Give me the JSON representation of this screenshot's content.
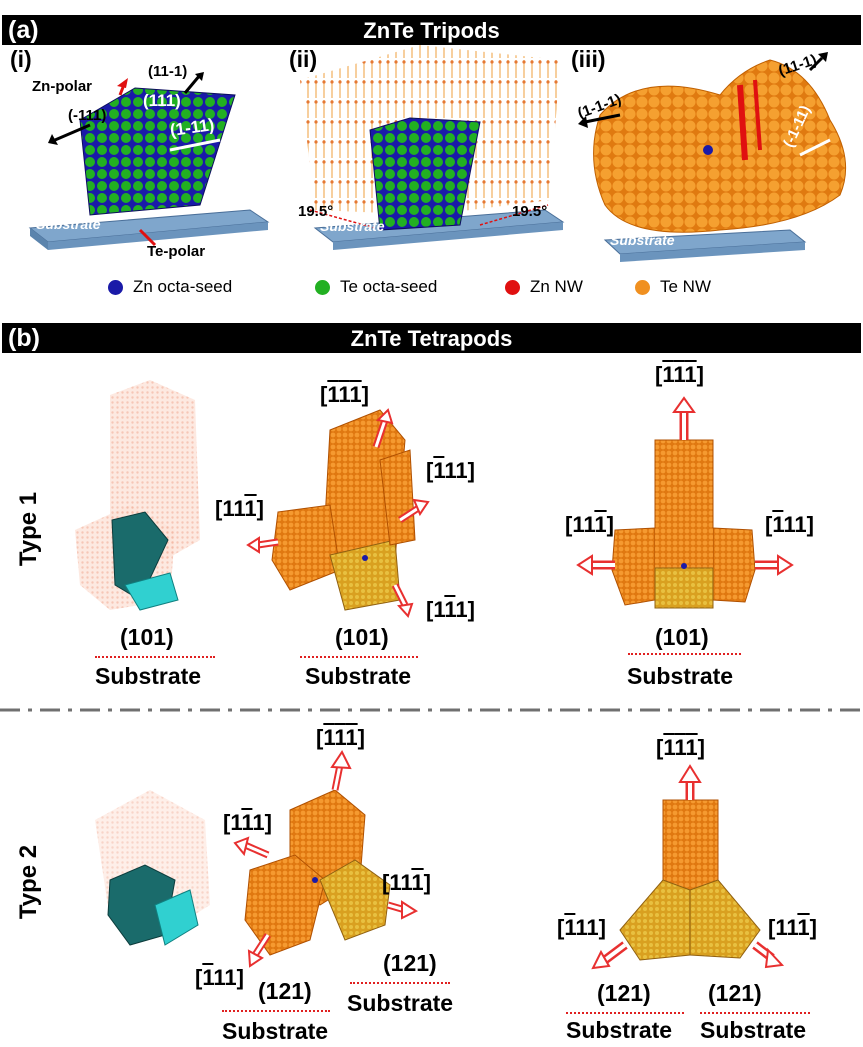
{
  "panel_a": {
    "label": "(a)",
    "title": "ZnTe Tripods",
    "sub_i": "(i)",
    "sub_ii": "(ii)",
    "sub_iii": "(iii)",
    "i_labels": {
      "zn_polar": "Zn-polar",
      "te_polar": "Te-polar",
      "f111": "(111)",
      "f11m1": "(11-1)",
      "fm111": "(-111)",
      "f1m11": "(1-11)",
      "substrate": "Substrate"
    },
    "ii_labels": {
      "angle_left": "19.5°",
      "angle_right": "19.5°",
      "substrate": "Substrate"
    },
    "iii_labels": {
      "f11m1": "(11-1)",
      "f1m1m1": "(1-1-1)",
      "fm1m11": "(-1-11)",
      "substrate": "Substrate"
    },
    "legend": [
      {
        "label": "Zn octa-seed",
        "color": "#1a1aa8"
      },
      {
        "label": "Te octa-seed",
        "color": "#22b022"
      },
      {
        "label": "Zn NW",
        "color": "#e01010"
      },
      {
        "label": "Te NW",
        "color": "#f09020"
      }
    ]
  },
  "panel_b": {
    "label": "(b)",
    "title": "ZnTe Tetrapods",
    "type1": {
      "row_label": "Type 1",
      "fig1": {
        "plane": "(101)",
        "substrate": "Substrate"
      },
      "fig2": {
        "plane": "(101)",
        "substrate": "Substrate"
      },
      "fig3": {
        "plane": "(101)",
        "substrate": "Substrate"
      }
    },
    "type2": {
      "row_label": "Type 2",
      "fig2": {
        "plane_left": "(121)",
        "plane_right": "(121)",
        "substrate_left": "Substrate",
        "substrate_right": "Substrate"
      },
      "fig3": {
        "plane_left": "(121)",
        "plane_right": "(121)",
        "substrate_left": "Substrate",
        "substrate_right": "Substrate"
      }
    }
  },
  "colors": {
    "zn_seed": "#1a1aa8",
    "te_seed": "#22b022",
    "te_nw": "#f09020",
    "zn_nw": "#e01010",
    "substrate": "#7fa6cc",
    "arrow": "#e83030"
  }
}
